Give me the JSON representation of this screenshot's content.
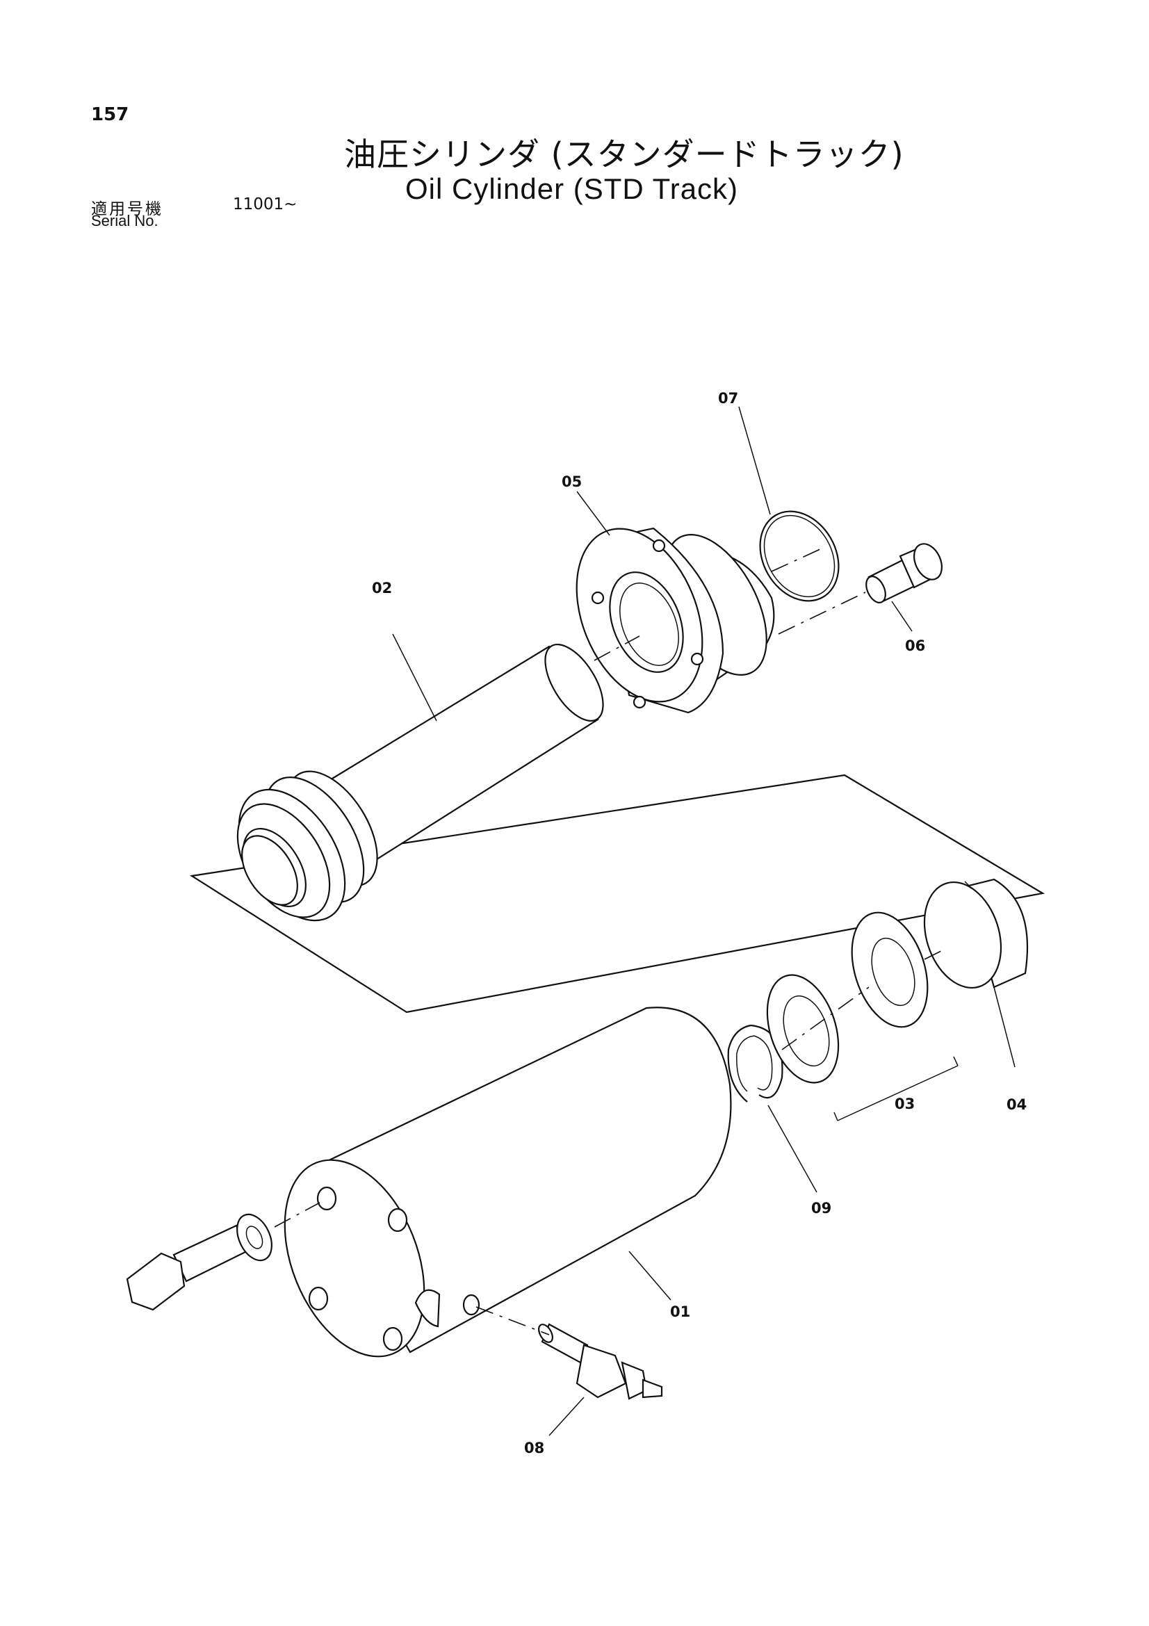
{
  "header": {
    "page_number": "157",
    "title_jp": "油圧シリンダ (スタンダードトラック)",
    "title_en": "Oil Cylinder (STD Track)",
    "serial_jp": "適用号機",
    "serial_range": "11001~",
    "serial_en": "Serial No."
  },
  "callouts": {
    "c01": "01",
    "c02": "02",
    "c03": "03",
    "c04": "04",
    "c05": "05",
    "c06": "06",
    "c07": "07",
    "c08": "08",
    "c09": "09"
  }
}
